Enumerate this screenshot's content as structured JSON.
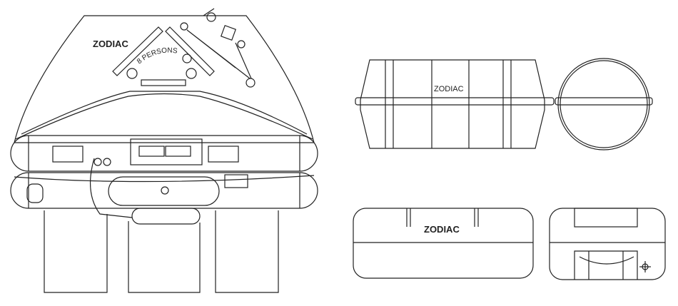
{
  "raft": {
    "brand": "ZODIAC",
    "capacity_label": "8 PERSONS"
  },
  "container_cylinder": {
    "brand": "ZODIAC"
  },
  "container_box": {
    "brand": "ZODIAC"
  },
  "colors": {
    "line": "#222222",
    "background": "#ffffff"
  }
}
